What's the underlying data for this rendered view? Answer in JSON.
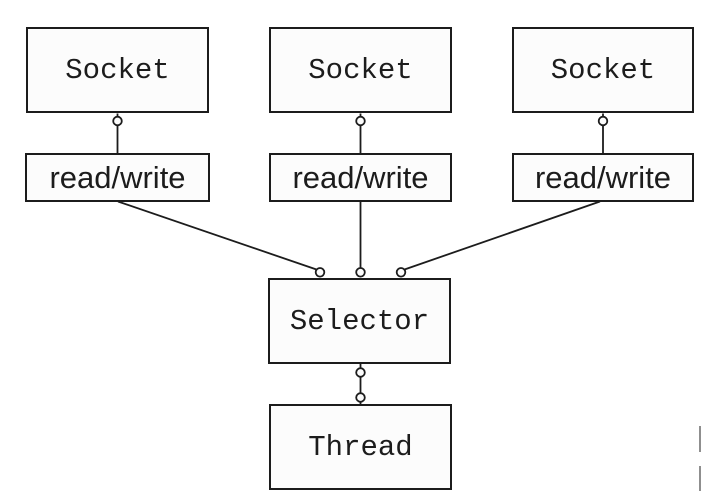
{
  "diagram": {
    "description": "Three sockets multiplexed through one selector onto a single thread",
    "nodes": {
      "socket1": {
        "label": "Socket"
      },
      "socket2": {
        "label": "Socket"
      },
      "socket3": {
        "label": "Socket"
      },
      "readwrite1": {
        "label": "read/write"
      },
      "readwrite2": {
        "label": "read/write"
      },
      "readwrite3": {
        "label": "read/write"
      },
      "selector": {
        "label": "Selector"
      },
      "thread": {
        "label": "Thread"
      }
    },
    "edges": [
      {
        "from": "socket1",
        "to": "readwrite1"
      },
      {
        "from": "socket2",
        "to": "readwrite2"
      },
      {
        "from": "socket3",
        "to": "readwrite3"
      },
      {
        "from": "readwrite1",
        "to": "selector"
      },
      {
        "from": "readwrite2",
        "to": "selector"
      },
      {
        "from": "readwrite3",
        "to": "selector"
      },
      {
        "from": "selector",
        "to": "thread"
      }
    ]
  },
  "colors": {
    "ink": "#1c1c1c",
    "node_fill": "#fcfcfc",
    "background": "#ffffff",
    "edge_artifact": "#8f8f8f"
  }
}
